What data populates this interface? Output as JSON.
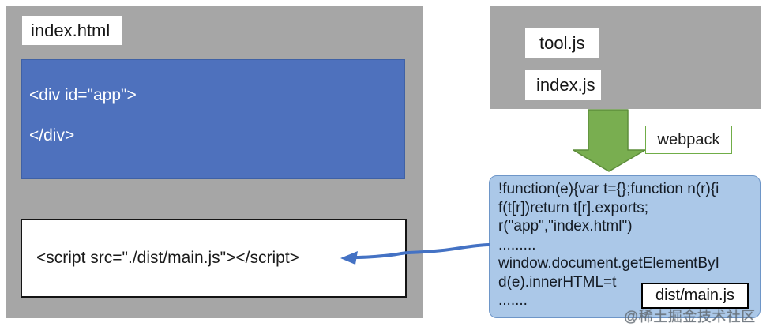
{
  "left_panel": {
    "file_label": "index.html",
    "div_box": {
      "line1": "<div id=\"app\">",
      "line2": "</div>"
    },
    "script_box": {
      "code": "<script src=\"./dist/main.js\"></script>"
    }
  },
  "right_panel": {
    "source_files": [
      {
        "label": "tool.js"
      },
      {
        "label": "index.js"
      }
    ],
    "webpack_label": "webpack",
    "bundle_box": {
      "code_lines": [
        "!function(e){var t={};function n(r){i",
        "f(t[r])return t[r].exports;",
        "r(\"app\",\"index.html\")",
        ".........",
        "window.document.getElementByI",
        "d(e).innerHTML=t",
        "......."
      ],
      "file_label": "dist/main.js"
    }
  },
  "watermark": "@稀土掘金技术社区",
  "colors": {
    "panel_gray": "#a6a6a6",
    "div_box_blue": "#4e71bd",
    "div_box_border": "#3f61a5",
    "bundle_fill": "#abc8e8",
    "bundle_border": "#6e96c8",
    "webpack_green": "#79ae50",
    "webpack_green_border": "#5d8d3a",
    "arrow_blue": "#4472c4"
  }
}
